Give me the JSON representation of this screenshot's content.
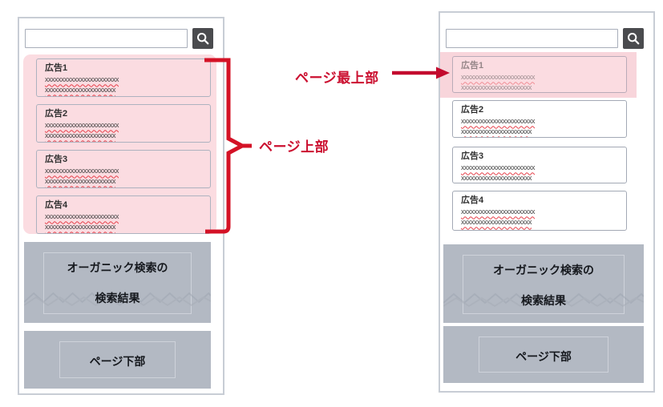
{
  "search": {
    "value": "",
    "placeholder": ""
  },
  "ads": [
    {
      "title": "広告1",
      "line1": "xxxxxxxxxxxxxxxxxxxxxxx",
      "line2": "xxxxxxxxxxxxxxxxxxxxxx"
    },
    {
      "title": "広告2",
      "line1": "xxxxxxxxxxxxxxxxxxxxxxx",
      "line2": "xxxxxxxxxxxxxxxxxxxxxx"
    },
    {
      "title": "広告3",
      "line1": "xxxxxxxxxxxxxxxxxxxxxxx",
      "line2": "xxxxxxxxxxxxxxxxxxxxxx"
    },
    {
      "title": "広告4",
      "line1": "xxxxxxxxxxxxxxxxxxxxxxx",
      "line2": "xxxxxxxxxxxxxxxxxxxxxx"
    }
  ],
  "organic_block": {
    "line1": "オーガニック検索の",
    "line2": "検索結果"
  },
  "bottom_block": {
    "label": "ページ下部"
  },
  "annotations": {
    "page_upper_label": "ページ上部",
    "page_top_most_label": "ページ最上部"
  },
  "colors": {
    "highlight_pink": "#fbdce1",
    "highlight_band_pink": "#f8d5db",
    "annotation_red": "#cb1030",
    "brace_red": "#d41226",
    "arrow_red": "#c30b2e",
    "block_gray": "#b3b9c3",
    "search_button_gray": "#4a4b4e",
    "panel_border_gray": "#c8cdd5"
  }
}
